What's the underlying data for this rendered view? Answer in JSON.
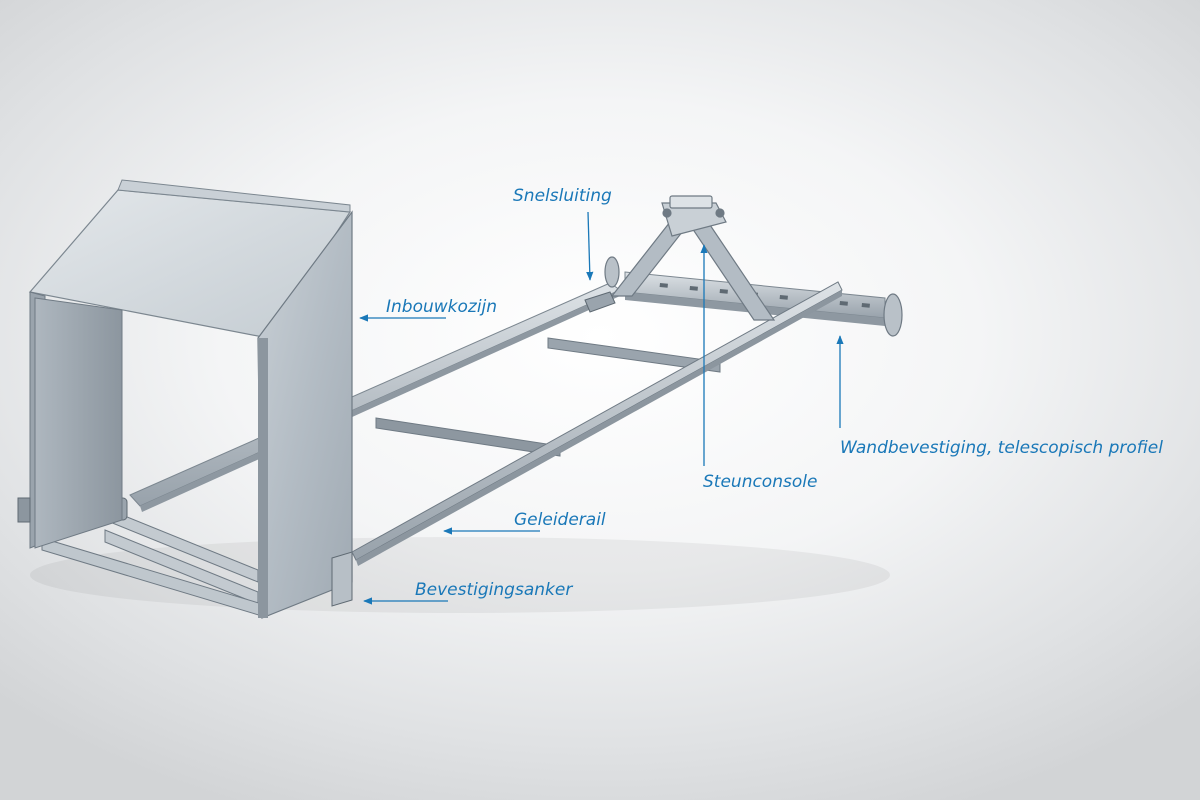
{
  "labels": {
    "snelsluiting": "Snelsluiting",
    "inbouwkozijn": "Inbouwkozijn",
    "steunconsole": "Steunconsole",
    "wandbevestiging": "Wandbevestiging, telescopisch profiel",
    "geleiderail": "Geleiderail",
    "bevestigingsanker": "Bevestigingsanker"
  },
  "colors": {
    "label_text": "#1a78b8",
    "arrow": "#1a78b8",
    "metal_light": "#d6dbe0",
    "metal_mid": "#aab3bb",
    "metal_dark": "#6f7a84"
  }
}
